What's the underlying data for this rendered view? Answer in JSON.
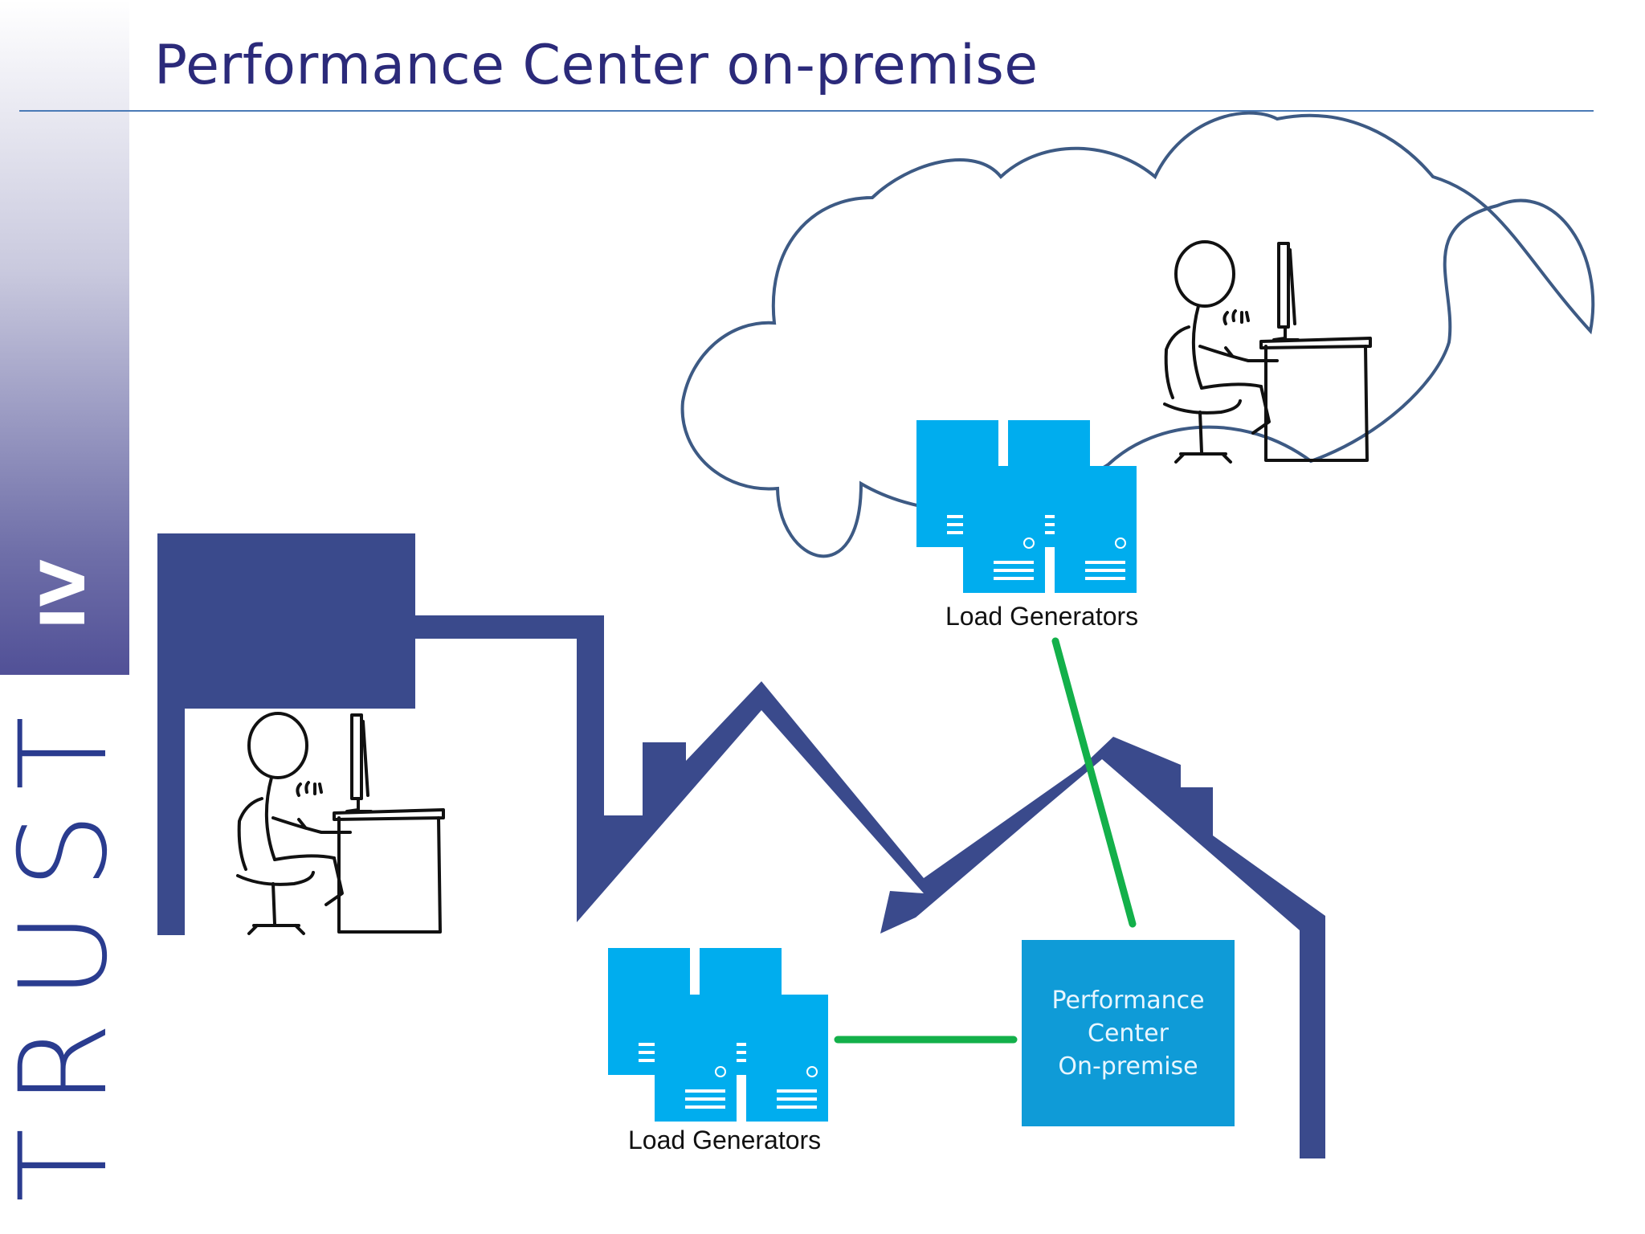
{
  "slide": {
    "title": "Performance Center on-premise"
  },
  "branding": {
    "sidebar_mark": "IV",
    "sidebar_word": "TRUST",
    "brand_color": "#2e2a78"
  },
  "diagram": {
    "cloud_load_generators_label": "Load Generators",
    "onprem_load_generators_label": "Load Generators",
    "performance_center_box": {
      "line1": "Performance",
      "line2": "Center",
      "line3": "On-premise"
    },
    "colors": {
      "building": "#3a4a8c",
      "server": "#00adee",
      "connector": "#13b04a",
      "cloud_outline": "#3d5a84",
      "pc_box": "#0f9bd7"
    }
  }
}
